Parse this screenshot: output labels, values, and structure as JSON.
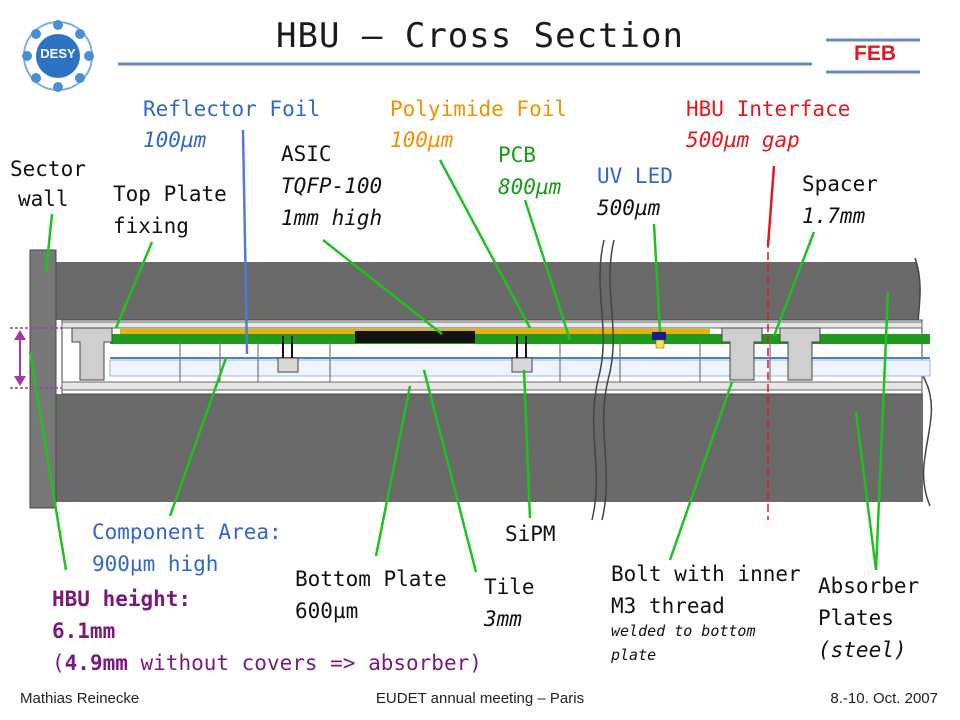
{
  "title": "HBU – Cross Section",
  "logo_text": "DESY",
  "feb": "FEB",
  "labels": {
    "reflector_1": "Reflector Foil",
    "reflector_2": "100µm",
    "polyimide_1": "Polyimide Foil",
    "polyimide_2": "100µm",
    "hbu_if_1": "HBU Interface",
    "hbu_if_2": "500µm gap",
    "asic_1": "ASIC",
    "asic_2": "TQFP-100",
    "asic_3": "1mm high",
    "pcb_1": "PCB",
    "pcb_2": "800µm",
    "uvled_1": "UV LED",
    "uvled_2": "500µm",
    "spacer_1": "Spacer",
    "spacer_2": "1.7mm",
    "sector_1": "Sector",
    "sector_2": "wall",
    "topplate_1": "Top Plate",
    "topplate_2": "fixing",
    "component_1": "Component Area:",
    "component_2": "900µm high",
    "sipm": "SiPM",
    "bottomplate_1": "Bottom Plate",
    "bottomplate_2": "600µm",
    "tile_1": "Tile",
    "tile_2": "3mm",
    "bolt_1": "Bolt with inner",
    "bolt_2": "M3 thread",
    "bolt_3": "welded to bottom",
    "bolt_4": "plate",
    "absorber_1": "Absorber",
    "absorber_2": "Plates",
    "absorber_3": "(steel)",
    "hbu_height_1": "HBU height:",
    "hbu_height_2": "6.1mm",
    "hbu_height_3a": "4.9mm",
    "hbu_height_3b": " without covers => absorber)"
  },
  "footer": {
    "author": "Mathias Reinecke",
    "event": "EUDET annual meeting – Paris",
    "date": "8.-10. Oct. 2007"
  }
}
